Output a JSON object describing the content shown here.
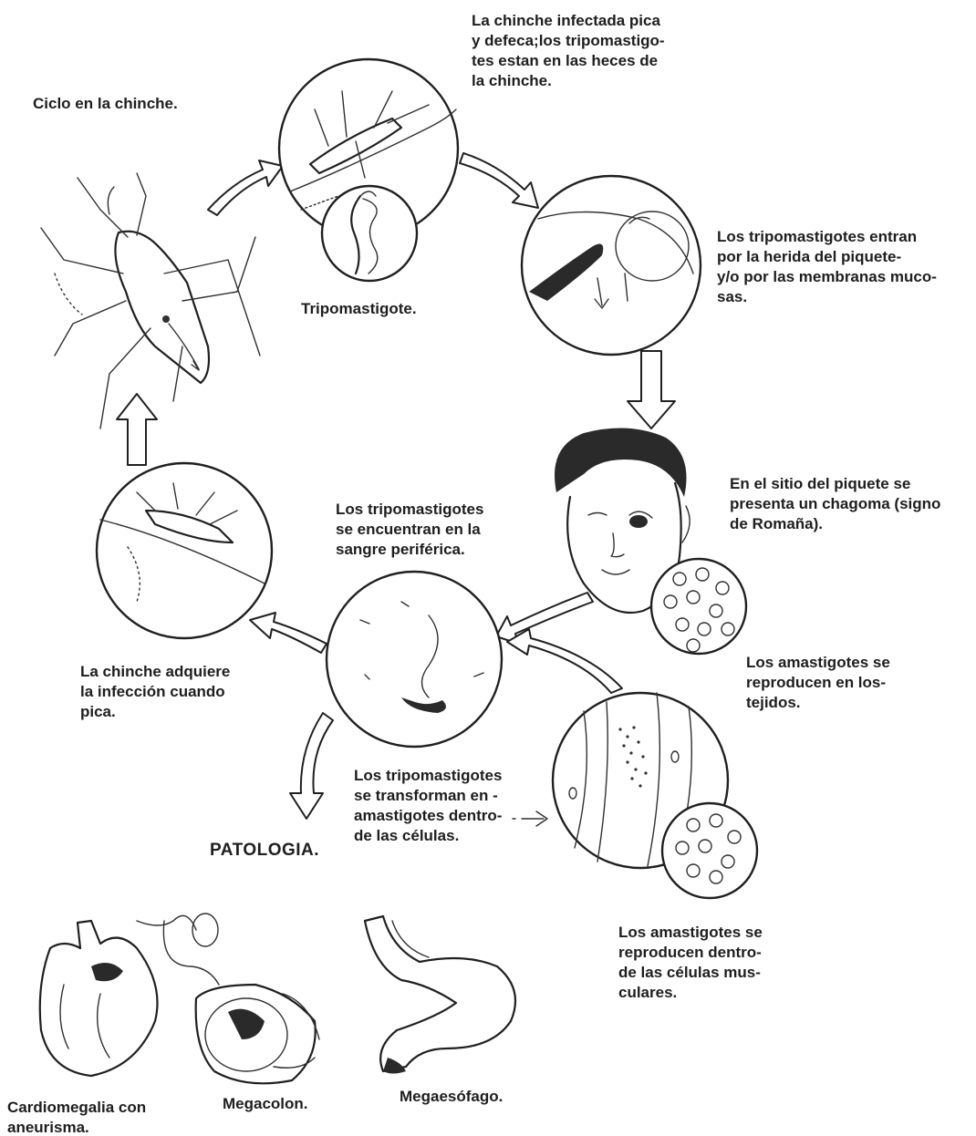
{
  "labels": {
    "ciclo_chinche": "Ciclo en la chinche.",
    "chinche_pica": "La chinche infectada pica\ny defeca;los tripomastigo-\ntes estan en las heces de\nla chinche.",
    "tripomastigote": "Tripomastigote.",
    "entran_herida": "Los tripomastigotes entran\npor la herida del piquete-\ny/o por las membranas muco-\nsas.",
    "chagoma": "En el sitio del piquete se\npresenta un chagoma (signo\nde Romaña).",
    "sangre_periferica": "Los tripomastigotes\nse encuentran en la\nsangre periférica.",
    "amastigotes_tejidos": "Los amastigotes se\nreproducen en los-\ntejidos.",
    "chinche_adquiere": "La chinche adquiere\nla infección cuando\npica.",
    "transforman": "Los tripomastigotes\nse transforman en -\namastigotes dentro-\nde las células.",
    "patologia": "PATOLOGIA.",
    "amastigotes_musculares": "Los amastigotes se\nreproducen dentro-\nde las células mus-\nculares.",
    "cardiomegalia": "Cardiomegalia con\naneurisma.",
    "megacolon": "Megacolon.",
    "megaesofago": "Megaesófago."
  },
  "colors": {
    "ink": "#202020",
    "background": "#ffffff"
  }
}
